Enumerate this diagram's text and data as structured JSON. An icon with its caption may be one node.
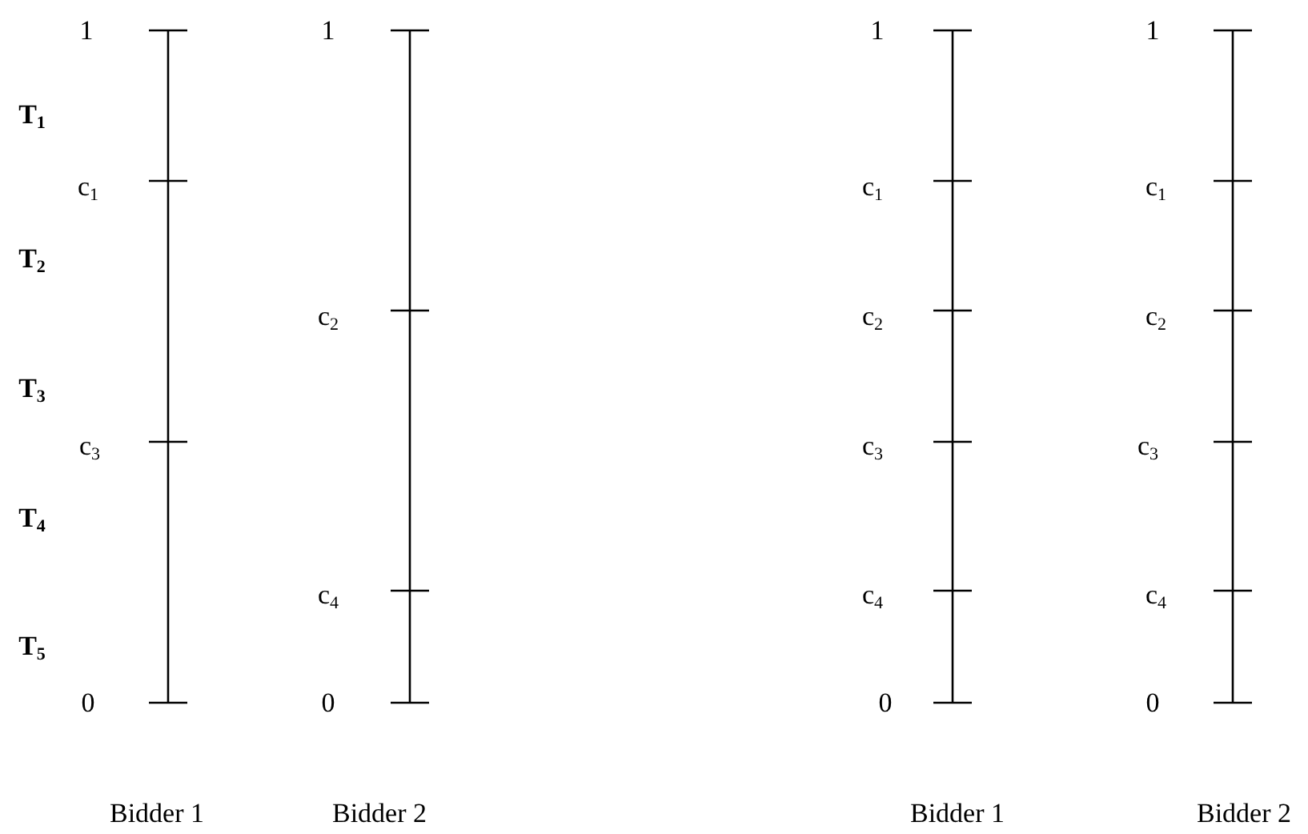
{
  "diagram": {
    "labels": [
      "1",
      "T$_{1}$",
      "c$_{1}$",
      "T$_{2}$",
      "T$_{3}$",
      "c$_{3}$",
      "T$_{4}$",
      "T$_{5}$",
      "0",
      "1",
      "c$_{2}$",
      "c$_{4}$",
      "0",
      "1",
      "c$_{1}$",
      "c$_{2}$",
      "c$_{3}$",
      "c$_{4}$",
      "0",
      "1",
      "c$_{1}$",
      "c$_{2}$",
      "c$_{3}$",
      "c$_{4}$",
      "0",
      "Bidder 1",
      "Bidder 2",
      "Bidder 1",
      "Bidder 2"
    ]
  }
}
